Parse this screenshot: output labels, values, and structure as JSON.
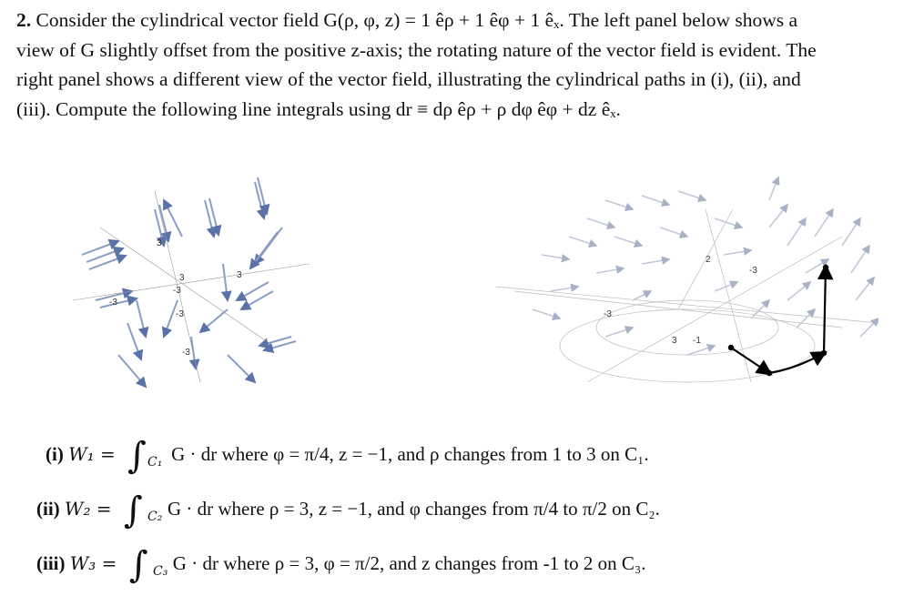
{
  "problem": {
    "number": "2.",
    "line1": "Consider the cylindrical vector field G(ρ, φ, z) = 1 êρ + 1 êφ + 1 êₓ. The left panel below shows a",
    "line2": "view of G slightly offset from the positive z-axis; the rotating nature of the vector field is evident. The",
    "line3": "right panel shows a different view of the vector field, illustrating the cylindrical paths in (i), (ii), and",
    "line4": "(iii). Compute the following line integrals using dr ≡ dρ êρ + ρ dφ êφ + dz êₓ."
  },
  "left_panel": {
    "tick_labels": [
      "3",
      "3",
      "-3",
      "-3",
      "-3",
      "3",
      "-3"
    ],
    "arrow_color": "#8a9dc4",
    "arrowhead_color": "#5a72a8"
  },
  "right_panel": {
    "tick_labels": [
      "2",
      "-3",
      "-3",
      "3",
      "-1"
    ],
    "arrow_color": "#c2c8d8",
    "path_color": "#000000"
  },
  "items": [
    {
      "label": "(i)",
      "lhs": "W₁ =",
      "subscript": "C₁",
      "text": "G · dr where φ = π/4, z = −1, and ρ changes from 1 to 3 on C₁."
    },
    {
      "label": "(ii)",
      "lhs": "W₂ =",
      "subscript": "C₂",
      "text": "G · dr where ρ = 3, z = −1, and φ changes from π/4 to π/2 on C₂."
    },
    {
      "label": "(iii)",
      "lhs": "W₃ =",
      "subscript": "C₃",
      "text": "G · dr where ρ = 3, φ = π/2, and z changes from -1 to 2 on C₃."
    }
  ]
}
